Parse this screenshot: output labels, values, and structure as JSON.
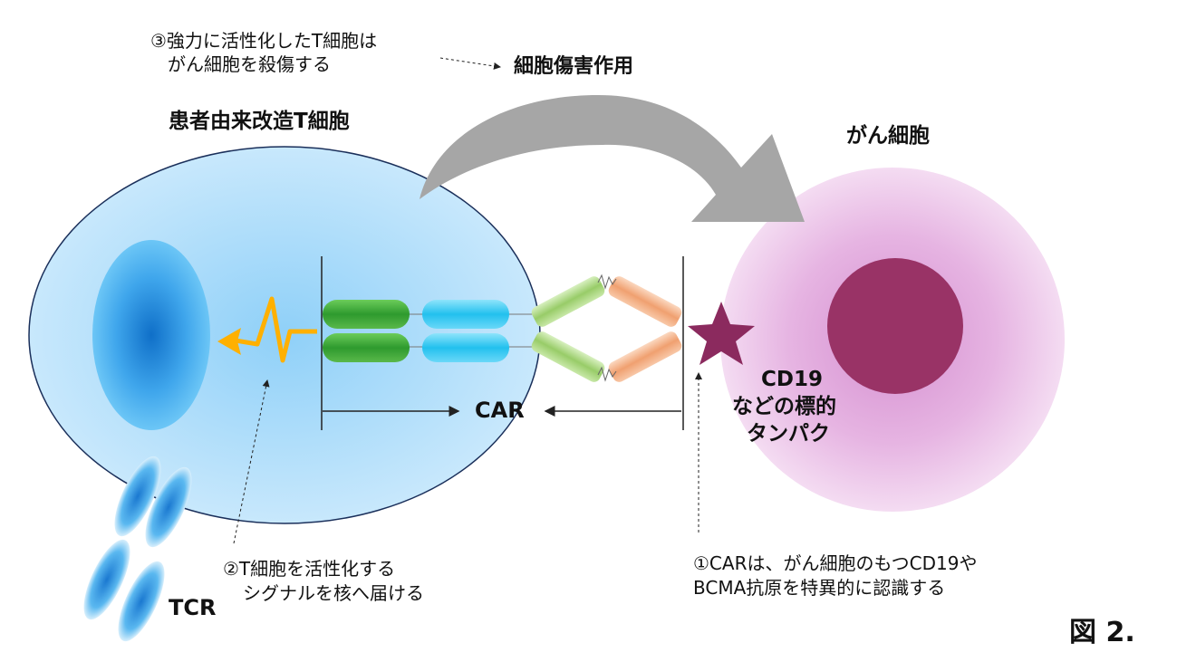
{
  "annotations": {
    "step3_line1": "③強力に活性化したT細胞は",
    "step3_line2": "がん細胞を殺傷する",
    "cytotoxicity": "細胞傷害作用",
    "step2_line1": "②T細胞を活性化する",
    "step2_line2": "シグナルを核へ届ける",
    "step1_line1": "①CARは、がん細胞のもつCD19や",
    "step1_line2": "BCMA抗原を特異的に認識する"
  },
  "labels": {
    "t_cell": "患者由来改造T細胞",
    "cancer_cell": "がん細胞",
    "car": "CAR",
    "target_line1": "CD19",
    "target_line2": "などの標的",
    "target_line3": "タンパク",
    "tcr": "TCR",
    "figure": "図 2."
  },
  "colors": {
    "t_cell_fill": "#bfe3fb",
    "t_cell_stroke": "#1a2f5a",
    "nucleus_blue": "#1f8fe0",
    "cancer_cell_fill": "#e9c4e6",
    "cancer_nucleus": "#993366",
    "signal": "#ffb000",
    "green_domain": "#3aa43a",
    "cyan_domain": "#33ccf5",
    "light_green_domain": "#a8d878",
    "salmon_domain": "#f5b08a",
    "star": "#8b2a5e",
    "big_arrow": "#a6a6a6"
  },
  "icons": {
    "big_arrow": "curved-arrow-icon",
    "target_protein": "star-icon",
    "signal": "lightning-signal-icon"
  }
}
